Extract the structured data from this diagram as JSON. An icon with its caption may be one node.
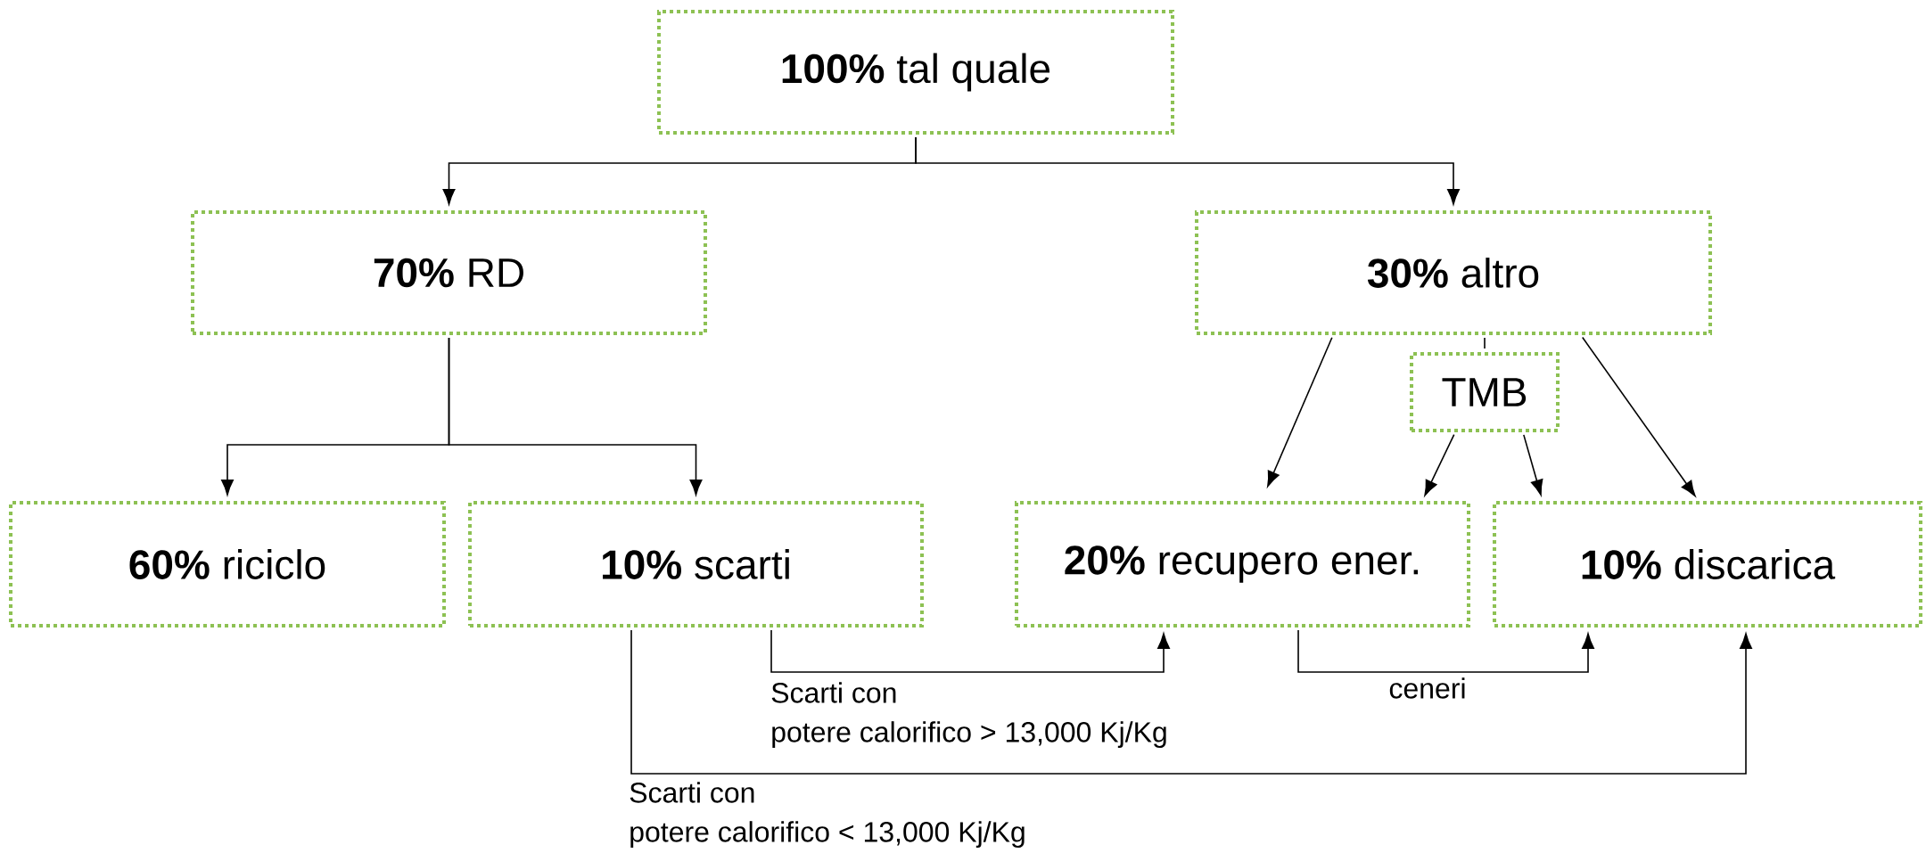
{
  "diagram": {
    "nodes": [
      {
        "text": [
          "**100%** tal quale"
        ]
      },
      {
        "text": [
          "**70%** RD"
        ]
      },
      {
        "text": [
          "**30%** altro"
        ]
      },
      {
        "text": [
          "TMB"
        ]
      },
      {
        "text": [
          "**60%** riciclo"
        ]
      },
      {
        "text": [
          "**10%** scarti"
        ]
      },
      {
        "text": [
          "**20%** recupero ener."
        ]
      },
      {
        "text": [
          "**10%** discarica"
        ]
      }
    ],
    "edges": [
      {
        "from": 0,
        "to": 1,
        "arrow": "to"
      },
      {
        "from": 0,
        "to": 2,
        "arrow": "to"
      },
      {
        "from": 1,
        "to": 4,
        "arrow": "to"
      },
      {
        "from": 1,
        "to": 5,
        "arrow": "to"
      },
      {
        "from": 2,
        "to": 3,
        "arrow": "none"
      },
      {
        "from": 2,
        "to": 6,
        "arrow": "to"
      },
      {
        "from": 2,
        "to": 7,
        "arrow": "to"
      },
      {
        "from": 3,
        "to": 6,
        "arrow": "to"
      },
      {
        "from": 3,
        "to": 7,
        "arrow": "to"
      },
      {
        "from": 5,
        "to": 6,
        "arrow": "to",
        "label": "Scarti con potere calorifico > 13,000 Kj/Kg"
      },
      {
        "from": 6,
        "to": 7,
        "arrow": "to",
        "label": "ceneri"
      },
      {
        "from": 5,
        "to": 7,
        "arrow": "to",
        "label": "Scarti con potere calorifico < 13,000 Kj/Kg"
      }
    ]
  }
}
